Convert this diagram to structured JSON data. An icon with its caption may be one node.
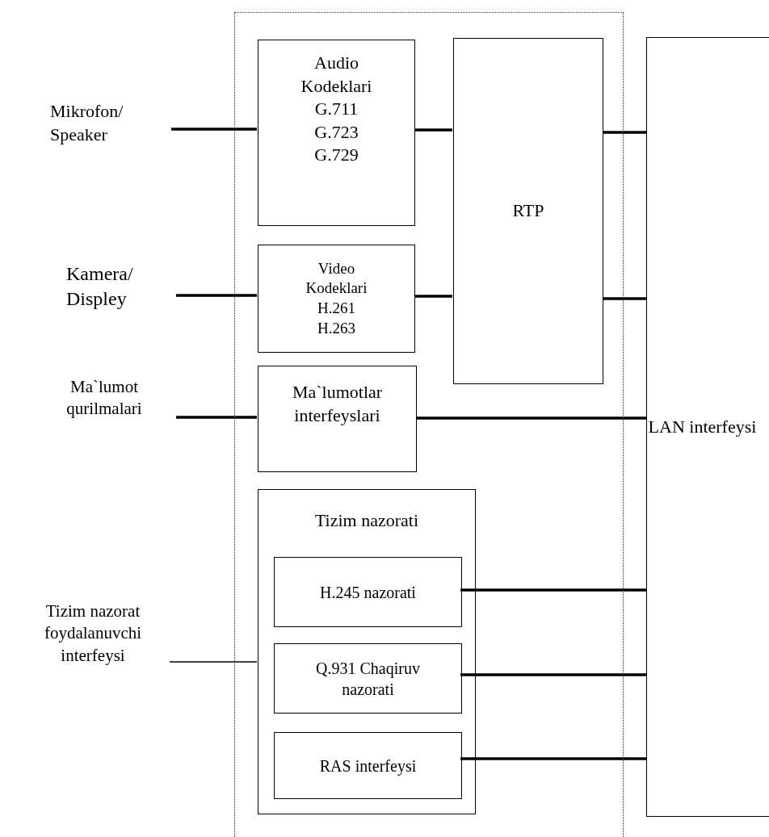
{
  "diagram": {
    "nodes": [
      {
        "text": [],
        "shape": "box"
      },
      {
        "text": [
          "Mikrofon/ Speaker"
        ]
      },
      {
        "text": [
          "Audio Kodeklari G.711 G.723 G.729"
        ],
        "in": 0
      },
      {
        "text": [
          "RTP"
        ],
        "in": 0
      },
      {
        "text": [
          "LAN interfeysi"
        ]
      },
      {
        "text": [
          "Kamera/ Displey"
        ]
      },
      {
        "text": [
          "Video Kodeklari H.261 H.263"
        ],
        "in": 0
      },
      {
        "text": [
          "Ma`lumot qurilmalari"
        ]
      },
      {
        "text": [
          "Ma`lumotlar interfeyslari"
        ],
        "in": 0
      },
      {
        "text": [
          "Tizim nazorat foydalanuvchi interfeysi"
        ]
      },
      {
        "text": [
          "Tizim nazorati"
        ],
        "in": 0
      },
      {
        "text": [
          "H.245 nazorati"
        ],
        "in": 10
      },
      {
        "text": [
          "Q.931 Chaqiruv nazorati"
        ],
        "in": 10
      },
      {
        "text": [
          "RAS interfeysi"
        ],
        "in": 10
      }
    ],
    "edges": [
      {
        "from": 1,
        "to": 2,
        "arrow": "none"
      },
      {
        "from": 2,
        "to": 3,
        "arrow": "none"
      },
      {
        "from": 3,
        "to": 4,
        "arrow": "none"
      },
      {
        "from": 5,
        "to": 6,
        "arrow": "none"
      },
      {
        "from": 6,
        "to": 3,
        "arrow": "none"
      },
      {
        "from": 3,
        "to": 4,
        "arrow": "none"
      },
      {
        "from": 7,
        "to": 8,
        "arrow": "none"
      },
      {
        "from": 8,
        "to": 4,
        "arrow": "none"
      },
      {
        "from": 9,
        "to": 10,
        "arrow": "none"
      },
      {
        "from": 11,
        "to": 4,
        "arrow": "none"
      },
      {
        "from": 12,
        "to": 4,
        "arrow": "none"
      },
      {
        "from": 13,
        "to": 4,
        "arrow": "none"
      }
    ]
  }
}
